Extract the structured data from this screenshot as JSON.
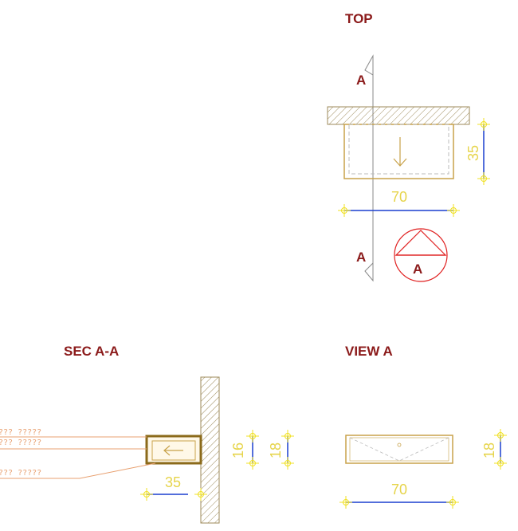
{
  "views": {
    "top": {
      "title": "TOP",
      "dim_width": "70",
      "dim_depth": "35",
      "section_marker": "A",
      "view_marker": "A"
    },
    "section": {
      "title": "SEC A-A",
      "dim_depth": "35",
      "dim_height_inner": "16",
      "dim_height_outer": "18",
      "callout_1": "??? ?????",
      "callout_2": "??? ?????",
      "callout_3": "??? ?????"
    },
    "view": {
      "title": "VIEW A",
      "dim_width": "70",
      "dim_height": "18"
    }
  },
  "colors": {
    "title": "#8b1a1a",
    "outline": "#c8a24a",
    "dimension_text": "#e6d44a",
    "dimension_line": "#1a3fcf",
    "hatch": "#9c8a5a",
    "marker_red": "#e02020",
    "cut_line": "#888888",
    "callout": "#e8a070"
  }
}
